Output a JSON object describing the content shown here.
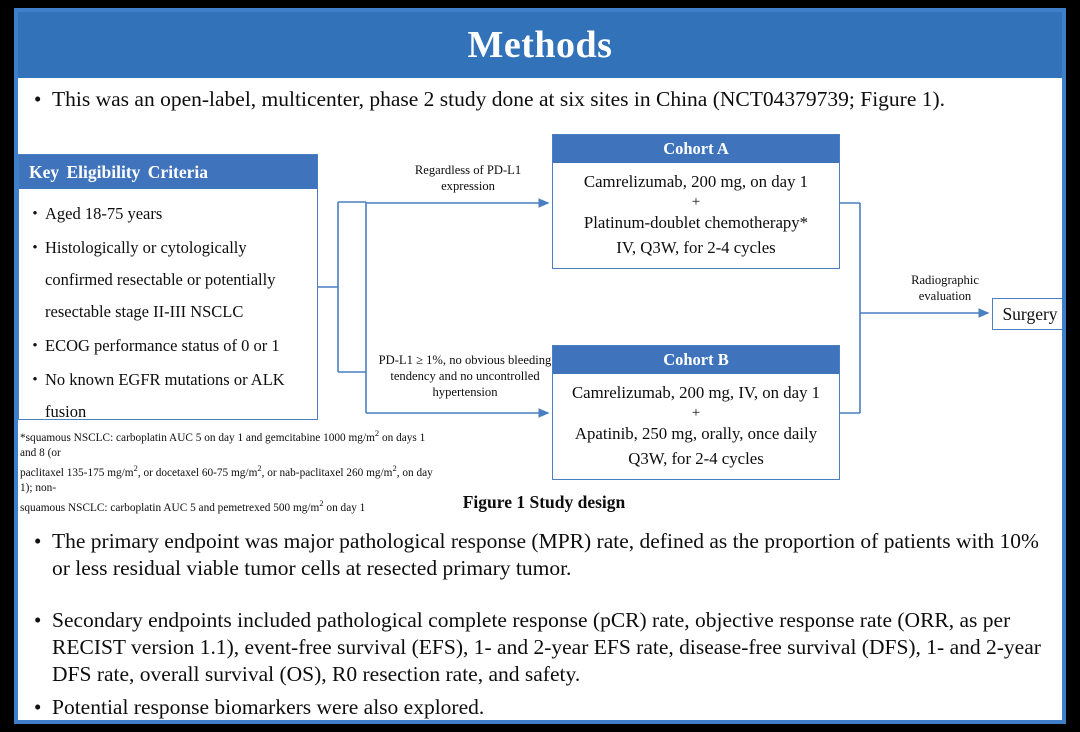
{
  "slide": {
    "title": "Methods",
    "accent_color": "#3272b8",
    "box_header_color": "#3f73bb",
    "border_color": "#3f7ec8",
    "connector_color": "#4a7fc1"
  },
  "intro_bullet": {
    "marker": "•",
    "text": "This was an open-label, multicenter, phase 2 study done at six sites in China (NCT04379739; Figure 1)."
  },
  "figure": {
    "caption": "Figure 1 Study design",
    "eligibility": {
      "header": "Key  Eligibility Criteria",
      "marker": "•",
      "items": [
        "Aged 18-75 years",
        "Histologically or cytologically confirmed resectable or potentially resectable stage II-III NSCLC",
        "ECOG performance status of 0 or 1",
        "No known EGFR mutations or ALK fusion"
      ]
    },
    "footnote_lines": [
      "*squamous NSCLC: carboplatin AUC 5 on day 1 and gemcitabine 1000 mg/m² on days 1 and 8 (or",
      "paclitaxel 135-175 mg/m², or docetaxel 60-75 mg/m², or nab-paclitaxel 260 mg/m², on day 1); non-",
      "squamous NSCLC: carboplatin AUC 5 and pemetrexed 500 mg/m² on day 1"
    ],
    "cohort_a": {
      "header": "Cohort A",
      "line1": "Camrelizumab, 200 mg, on day 1",
      "plus": "+",
      "line2": "Platinum-doublet chemotherapy*",
      "line3": "IV, Q3W, for 2-4 cycles"
    },
    "cohort_b": {
      "header": "Cohort B",
      "line1": "Camrelizumab, 200 mg, IV, on day 1",
      "plus": "+",
      "line2": "Apatinib, 250 mg, orally, once daily",
      "line3": "Q3W, for 2-4 cycles"
    },
    "label_top": "Regardless of PD-L1 expression",
    "label_bottom": "PD-L1 ≥ 1%, no obvious bleeding tendency and no uncontrolled hypertension",
    "label_right": "Radiographic evaluation",
    "surgery": "Surgery"
  },
  "body_bullets": [
    {
      "marker": "•",
      "text": "The primary endpoint was major pathological response (MPR) rate, defined as the proportion of patients with 10% or less residual viable tumor cells at resected primary tumor."
    },
    {
      "marker": "•",
      "text": "Secondary endpoints included pathological complete response (pCR) rate, objective response rate (ORR, as per RECIST version 1.1), event-free survival (EFS), 1- and 2-year EFS rate, disease-free survival (DFS), 1- and 2-year DFS rate, overall survival (OS), R0 resection rate, and safety."
    },
    {
      "marker": "•",
      "text": "Potential response biomarkers were also explored."
    }
  ]
}
